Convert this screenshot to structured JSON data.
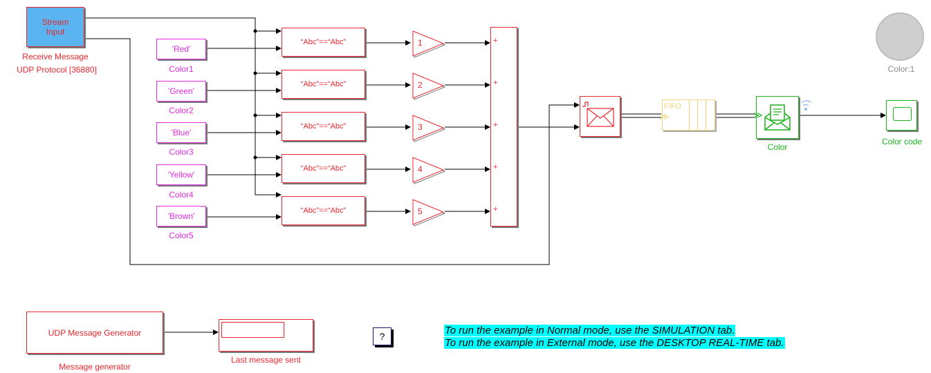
{
  "stream_input": {
    "label": "Stream Input",
    "caption": "Receive Message",
    "sub": "UDP Protocol [36880]"
  },
  "constants": [
    {
      "value": "'Red'",
      "caption": "Color1"
    },
    {
      "value": "'Green'",
      "caption": "Color2"
    },
    {
      "value": "'Blue'",
      "caption": "Color3"
    },
    {
      "value": "'Yellow'",
      "caption": "Color4"
    },
    {
      "value": "'Brown'",
      "caption": "Color5"
    }
  ],
  "compare_label": "“Abc”==“Abc”",
  "gains": [
    "1",
    "2",
    "3",
    "4",
    "5"
  ],
  "sum_signs": [
    "+",
    "+",
    "+",
    "+",
    "+"
  ],
  "fifo_label": "FIFO",
  "receive_caption": "Color",
  "scope_caption": "Color code",
  "lamp_caption": "Color:1",
  "generator": {
    "label": "UDP Message Generator",
    "caption": "Message generator"
  },
  "display_caption": "Last message sent",
  "help_label": "?",
  "notes": [
    "To run the example in Normal mode, use the SIMULATION tab.",
    "To run the example in External mode, use the DESKTOP REAL-TIME tab."
  ],
  "colors": {
    "block_red": "#e8262d",
    "constant_magenta": "#e22be0",
    "receive_green": "#19b219",
    "fifo_yellow": "#f2d27a",
    "stream_fill": "#5ab4f0",
    "note_bg": "#00ffff"
  }
}
